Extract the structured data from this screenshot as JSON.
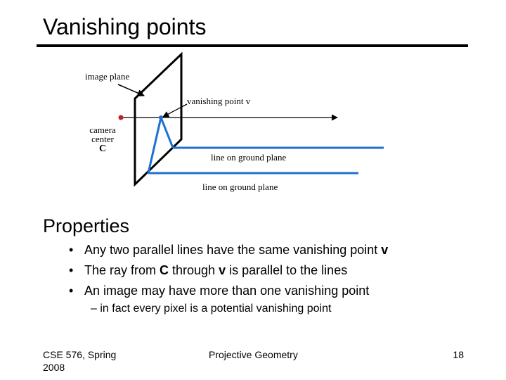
{
  "slide": {
    "title": "Vanishing points",
    "diagram": {
      "image_plane_label": "image plane",
      "vanishing_point_label": "vanishing point v",
      "camera_center_line1": "camera",
      "camera_center_line2": "center",
      "camera_center_symbol": "C",
      "ground_line_label_1": "line on ground plane",
      "ground_line_label_2": "line on ground plane",
      "colors": {
        "ground_lines": "#1f6fd0",
        "camera_dot": "#c0202a",
        "rays": "#000000"
      }
    },
    "section_heading": "Properties",
    "bullets": [
      {
        "pre": "Any two parallel lines have the same vanishing point ",
        "bold": "v",
        "post": ""
      },
      {
        "pre": "The ray from ",
        "bold": "C",
        "mid": " through ",
        "bold2": "v",
        "post": " is parallel to the lines"
      },
      {
        "pre": "An image may have more than one vanishing point",
        "bold": "",
        "post": ""
      }
    ],
    "sub_bullet": "– in fact every pixel is a potential vanishing point",
    "footer": {
      "course_line1": "CSE 576, Spring",
      "course_line2": "2008",
      "topic": "Projective Geometry",
      "page_number": "18"
    }
  }
}
